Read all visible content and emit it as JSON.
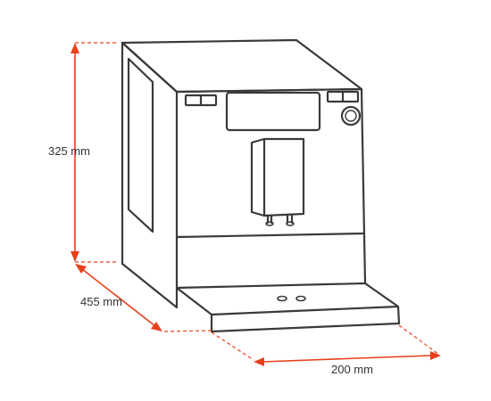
{
  "dimensions": {
    "height_label": "325 mm",
    "depth_label": "455 mm",
    "width_label": "200 mm"
  },
  "colors": {
    "dimension_lines": "#e8401c",
    "outline": "#3a3a3a",
    "text": "#333333",
    "background": "#ffffff"
  }
}
